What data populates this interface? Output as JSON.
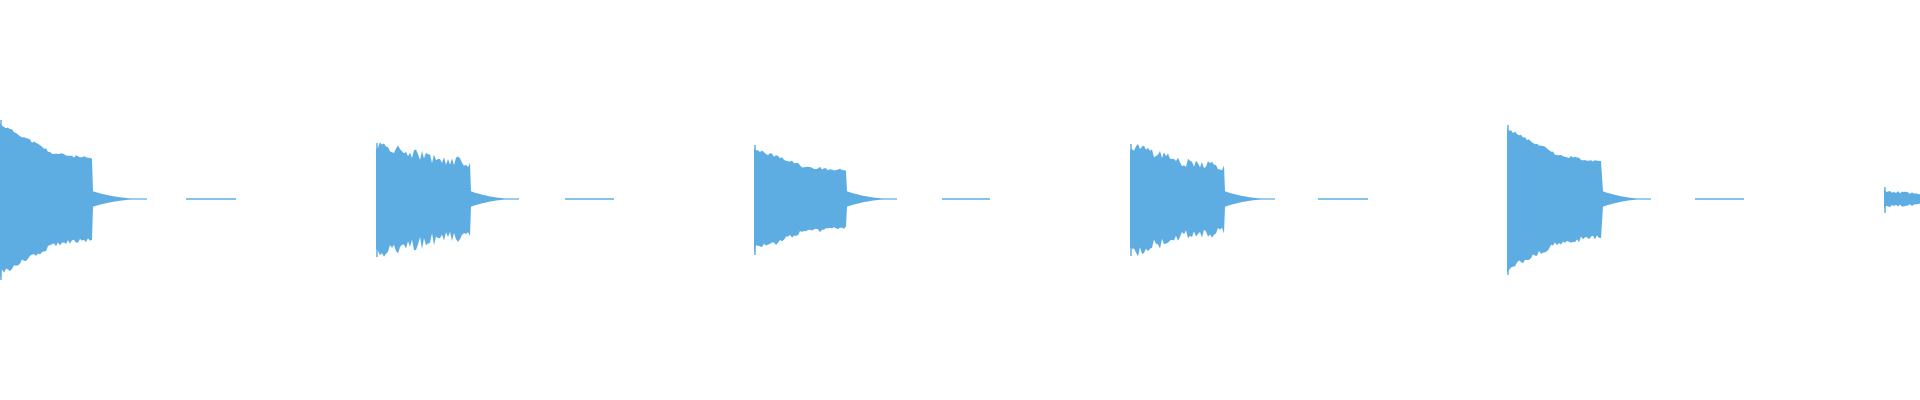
{
  "waveform": {
    "color": "#5DADE2",
    "background": "#FFFFFF",
    "clips": [
      {
        "id": "clip-1"
      },
      {
        "id": "clip-2"
      },
      {
        "id": "clip-3"
      },
      {
        "id": "clip-4"
      },
      {
        "id": "clip-5"
      },
      {
        "id": "clip-6"
      }
    ]
  }
}
